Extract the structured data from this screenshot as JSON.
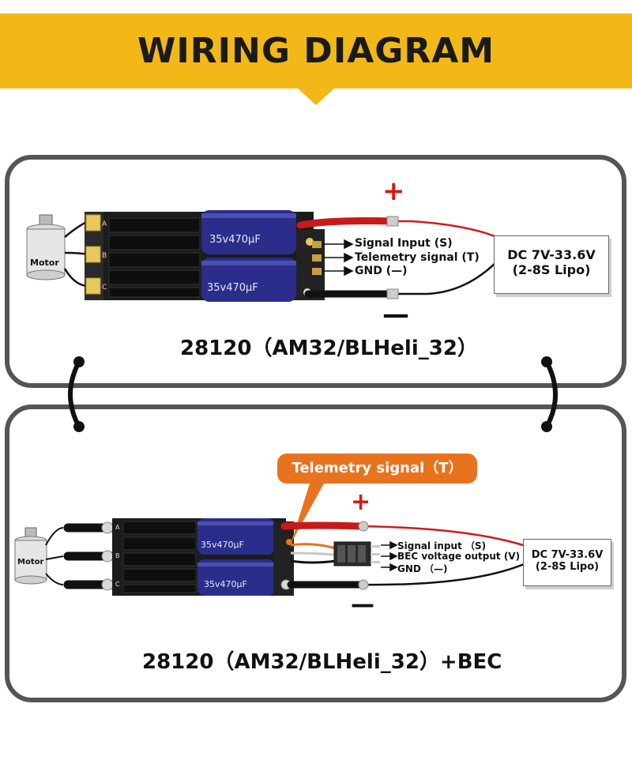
{
  "header": {
    "title": "WIRING DIAGRAM",
    "accent_color": "#f2b818"
  },
  "top_panel": {
    "signals": [
      {
        "label": "Signal Input (S)"
      },
      {
        "label": "Telemetry signal (T)"
      },
      {
        "label": "GND (—)"
      }
    ],
    "positive": "+",
    "negative": "—",
    "battery": {
      "line1": "DC 7V-33.6V",
      "line2": "(2-8S Lipo)"
    },
    "motor_label": "Motor",
    "capacitor_text": "35v470μF",
    "caption": "28120（AM32/BLHeli_32）"
  },
  "bottom_panel": {
    "callout": "Telemetry signal（T）",
    "signals": [
      {
        "label": "Signal input （S)"
      },
      {
        "label": "BEC voltage output (V)"
      },
      {
        "label": "GND （—)"
      }
    ],
    "positive": "+",
    "negative": "—",
    "battery": {
      "line1": "DC 7V-33.6V",
      "line2": "(2-8S Lipo)"
    },
    "motor_label": "Motor",
    "capacitor_text": "35v470μF",
    "caption": "28120（AM32/BLHeli_32）+BEC"
  },
  "colors": {
    "wire_red": "#d31a1a",
    "wire_black": "#111111",
    "telemetry": "#e8731f",
    "capacitor": "#2a2e8a",
    "panel_border": "#555555"
  }
}
